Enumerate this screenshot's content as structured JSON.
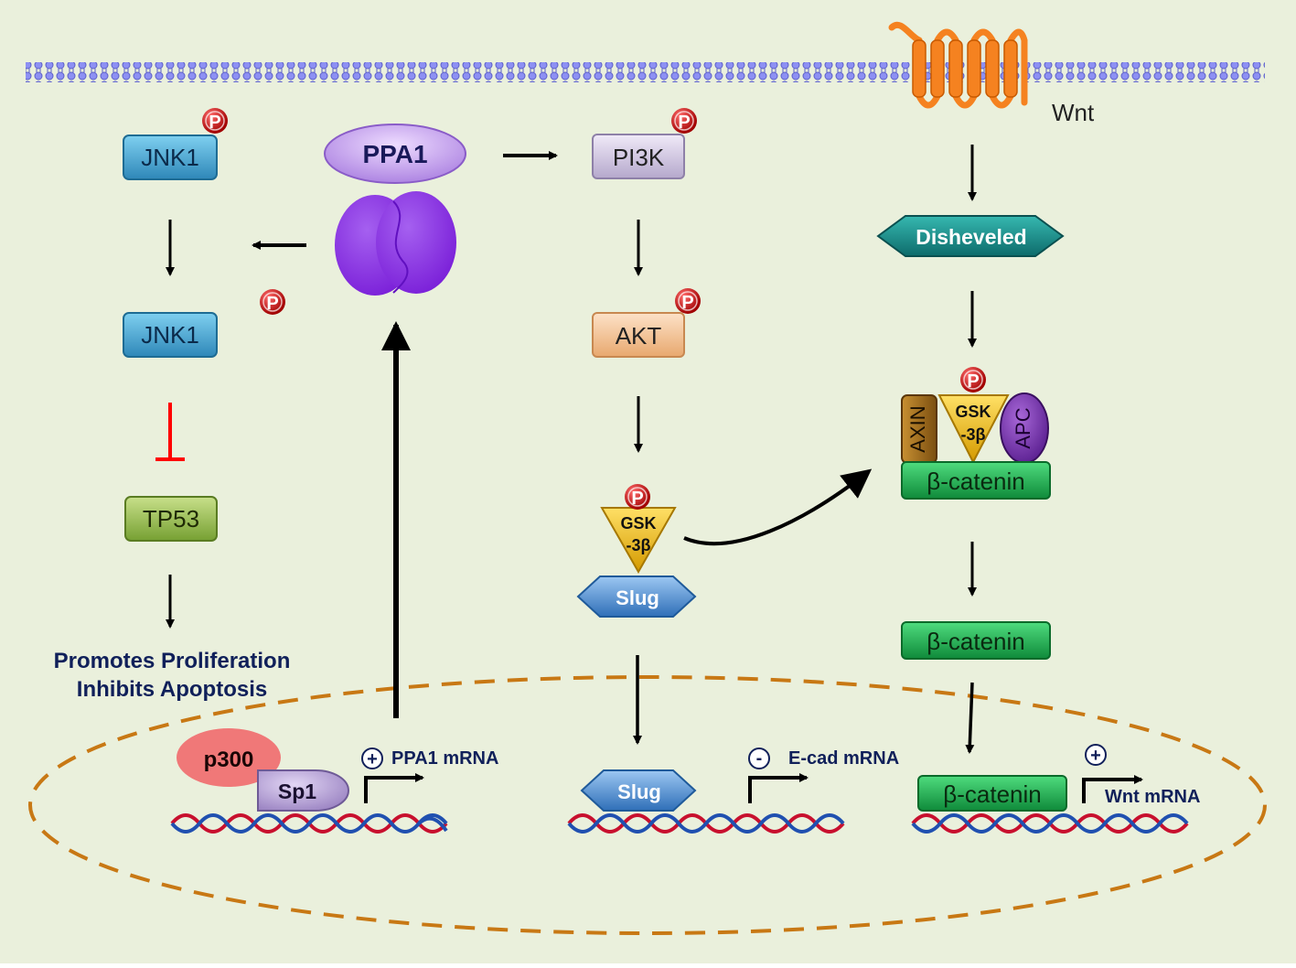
{
  "labels": {
    "wnt": "Wnt",
    "ppa1": "PPA1",
    "pi3k": "PI3K",
    "jnk1_top": "JNK1",
    "jnk1_bottom": "JNK1",
    "akt": "AKT",
    "tp53": "TP53",
    "dishevelled": "Disheveled",
    "axin": "AXIN",
    "gsk_complex": [
      "GSK",
      "-3β"
    ],
    "apc": "APC",
    "beta_catenin_complex": "β-catenin",
    "beta_catenin_mid": "β-catenin",
    "beta_catenin_nuclear": "β-catenin",
    "gsk_mid": [
      "GSK",
      "-3β"
    ],
    "slug_mid": "Slug",
    "slug_nuclear": "Slug",
    "p300": "p300",
    "sp1": "Sp1",
    "ppa1_mrna": "PPA1 mRNA",
    "ecad_mrna": "E-cad mRNA",
    "wnt_mrna": "Wnt mRNA",
    "outcome_line1": "Promotes Proliferation",
    "outcome_line2": "Inhibits Apoptosis",
    "phospho": "P",
    "plus": "+",
    "minus": "-"
  },
  "colors": {
    "background": "#eaf0dc",
    "membrane": "#7b7ff0",
    "ppa1": "#c7a3ee",
    "enzyme": "#8a2be2",
    "jnk1": "#4aa8d8",
    "pi3k": "#d8cfe8",
    "akt": "#f5c49b",
    "tp53": "#9fc45a",
    "dishevelled": "#1a8f8f",
    "gsk": "#e6b800",
    "axin": "#9a6a1a",
    "apc": "#7b35b5",
    "beta_catenin": "#18b14e",
    "slug": "#4a90d9",
    "p300": "#f07878",
    "sp1": "#b7a3d8",
    "phospho": "#c81010",
    "inhibition": "#ff0000",
    "nucleus": "#c87814",
    "dna_red": "#c8102e",
    "dna_blue": "#2050b0",
    "navy_text": "#10205a",
    "receptor": "#f58220"
  }
}
